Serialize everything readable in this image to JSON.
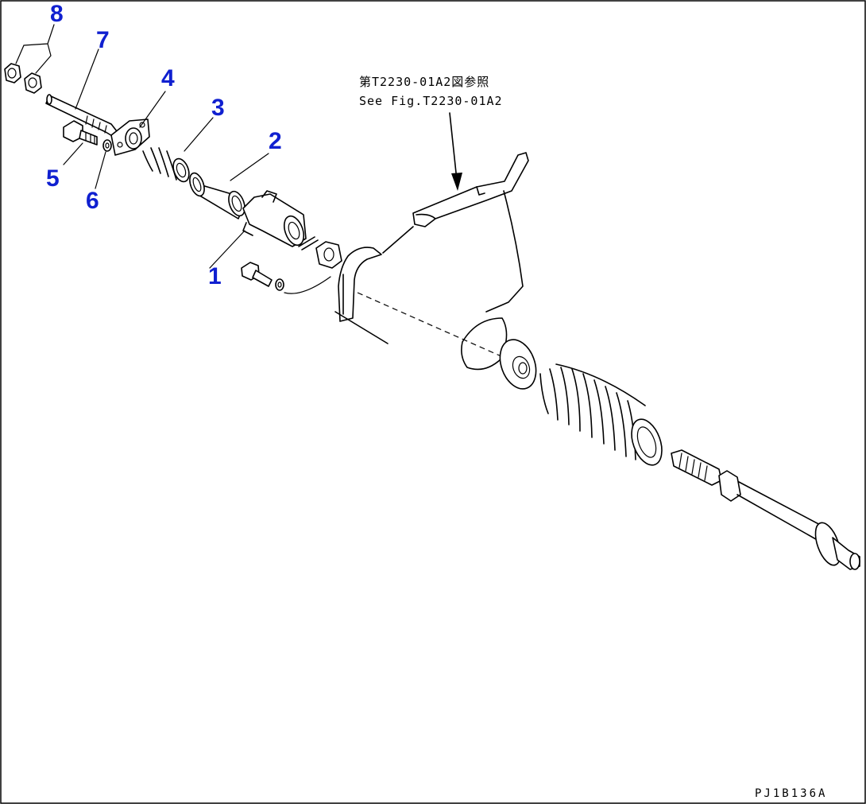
{
  "diagram": {
    "callouts": [
      "1",
      "2",
      "3",
      "4",
      "5",
      "6",
      "7",
      "8"
    ],
    "reference_text_jp": "第T2230-01A2図参照",
    "reference_text_en": "See Fig.T2230-01A2",
    "drawing_code": "PJ1B136A"
  }
}
